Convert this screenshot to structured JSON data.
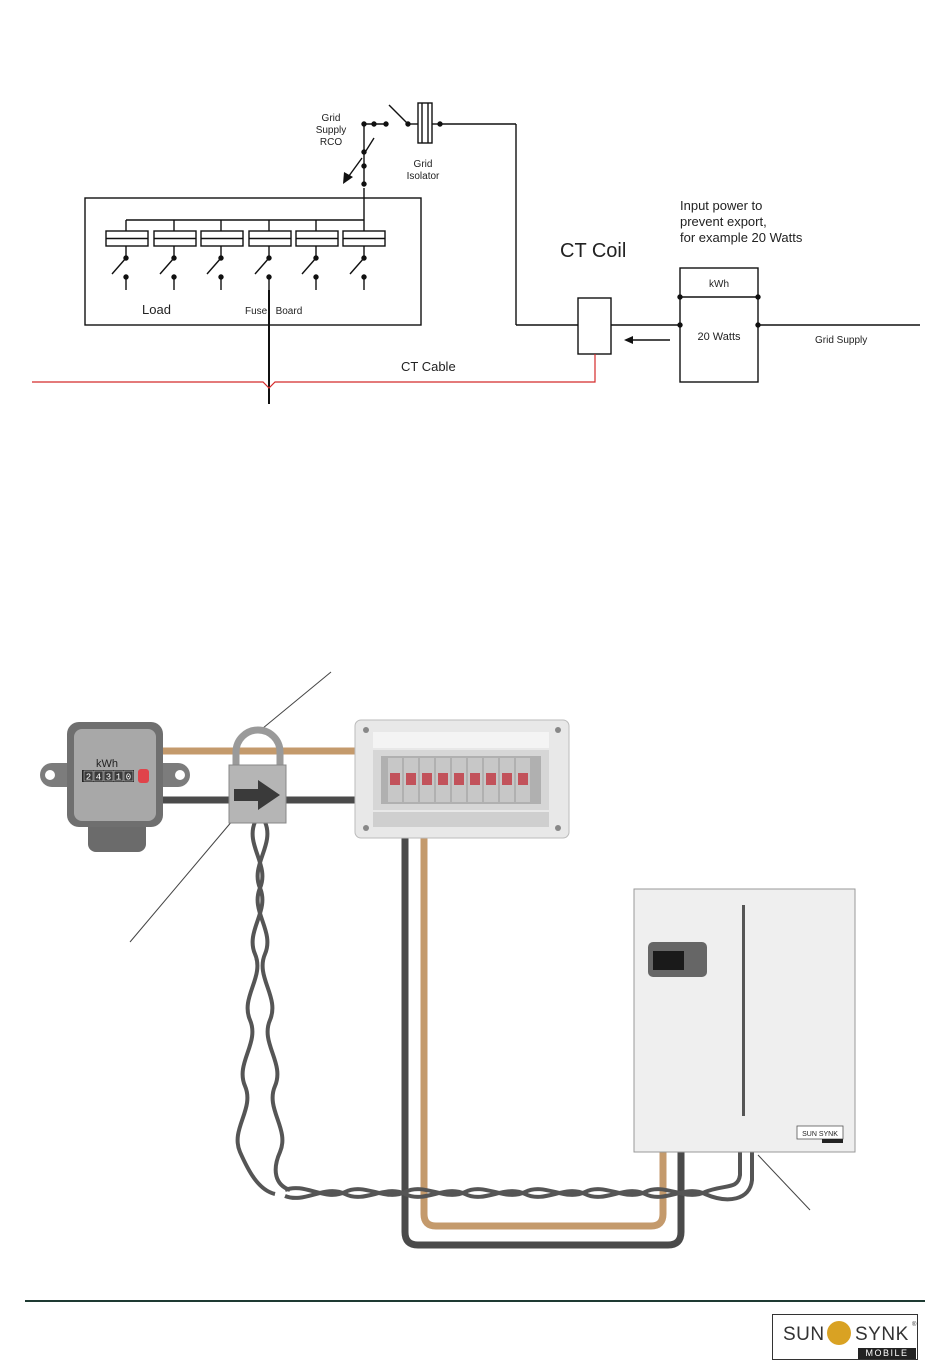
{
  "top_diagram": {
    "grid_supply_rco": [
      "Grid",
      "Supply",
      "RCO"
    ],
    "grid_isolator": [
      "Grid",
      "Isolator"
    ],
    "ct_coil": "CT Coil",
    "input_power_note": [
      "Input power to",
      "prevent export,",
      "for example 20 Watts"
    ],
    "meter_unit": "kWh",
    "meter_value": "20 Watts",
    "grid_supply": "Grid Supply",
    "load": "Load",
    "fuse_board": "Fuse   Board",
    "ct_cable": "CT Cable"
  },
  "bottom_illustration": {
    "meter_unit": "kWh",
    "meter_digits": [
      "2",
      "4",
      "3",
      "1",
      "0"
    ],
    "inverter_brand": "SUN SYNK"
  },
  "footer": {
    "logo_left": "SUN",
    "logo_right": "SYNK",
    "logo_sub": "MOBILE",
    "logo_reg": "®"
  },
  "colors": {
    "ct_cable": "#d42a2a",
    "live_wire": "#c49a6c",
    "neutral_wire": "#4a4a4a",
    "cabinet": "#eeeeee",
    "logo_accent": "#d9a223",
    "footer_rule": "#1e3a32"
  }
}
